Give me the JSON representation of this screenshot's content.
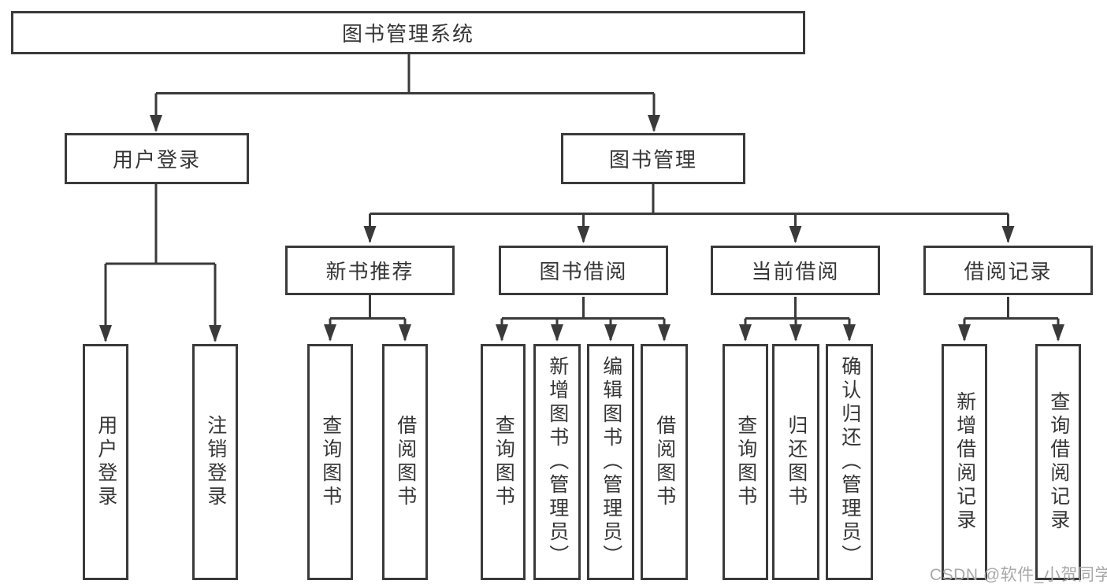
{
  "tree": {
    "label": "图书管理系统",
    "children": [
      {
        "label": "用户登录",
        "children": [
          {
            "label": "用户登录"
          },
          {
            "label": "注销登录"
          }
        ]
      },
      {
        "label": "图书管理",
        "children": [
          {
            "label": "新书推荐",
            "children": [
              {
                "label": "查询图书"
              },
              {
                "label": "借阅图书"
              }
            ]
          },
          {
            "label": "图书借阅",
            "children": [
              {
                "label": "查询图书"
              },
              {
                "label": "新增图书（管理员）"
              },
              {
                "label": "编辑图书（管理员）"
              },
              {
                "label": "借阅图书"
              }
            ]
          },
          {
            "label": "当前借阅",
            "children": [
              {
                "label": "查询图书"
              },
              {
                "label": "归还图书"
              },
              {
                "label": "确认归还（管理员）"
              }
            ]
          },
          {
            "label": "借阅记录",
            "children": [
              {
                "label": "新增借阅记录"
              },
              {
                "label": "查询借阅记录"
              }
            ]
          }
        ]
      }
    ]
  },
  "watermark": "CSDN @软件_小贺同学",
  "colors": {
    "line": "#3a3a3a",
    "text": "#363636",
    "watermark": "#a9a9a9",
    "background": "#ffffff"
  }
}
